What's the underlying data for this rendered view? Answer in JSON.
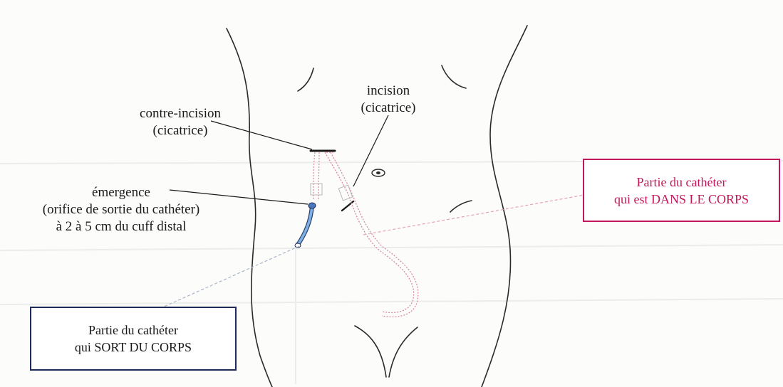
{
  "labels": {
    "contre_incision": [
      "contre-incision",
      "(cicatrice)"
    ],
    "incision": [
      "incision",
      "(cicatrice)"
    ],
    "emergence": [
      "émergence",
      "(orifice de sortie du cathéter)",
      "à 2 à 5 cm du cuff distal"
    ]
  },
  "callouts": {
    "inside": {
      "lines": [
        "Partie du cathéter",
        "qui est DANS LE CORPS"
      ],
      "color": "#c2185b"
    },
    "outside": {
      "lines": [
        "Partie du cathéter",
        "qui SORT DU CORPS"
      ],
      "color": "#1e2a5a"
    }
  },
  "colors": {
    "outline": "#2a2a2a",
    "internal_catheter": "#d98aa8",
    "external_catheter": "#5b8fd0",
    "guide_line_pink": "#e6a0b8",
    "guide_line_blue": "#a8b4c8"
  }
}
